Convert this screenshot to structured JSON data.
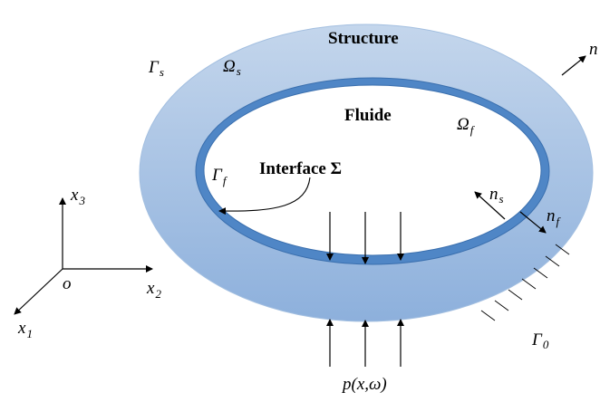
{
  "labels": {
    "structure": "Structure",
    "fluid": "Fluide",
    "interface": "Interface Σ",
    "gamma_s": "Γ",
    "gamma_s_sub": "s",
    "omega_s": "Ω",
    "omega_s_sub": "s",
    "omega_f": "Ω",
    "omega_f_sub": "f",
    "gamma_f": "Γ",
    "gamma_f_sub": "f",
    "gamma_0": "Γ",
    "gamma_0_sub": "0",
    "n_outer": "n",
    "n_s": "n",
    "n_s_sub": "s",
    "n_f": "n",
    "n_f_sub": "f",
    "x1": "x",
    "x1_sub": "1",
    "x2": "x",
    "x2_sub": "2",
    "x3": "x",
    "x3_sub": "3",
    "origin": "o",
    "pressure": "p(x,ω)"
  },
  "colors": {
    "outer_fill_light": "#c2d5ec",
    "outer_fill_dark": "#8fb0dc",
    "interface_ring": "#4f86c6",
    "interface_ring_edge": "#3a6fae",
    "fluid_fill": "#ffffff",
    "stroke": "#000000"
  }
}
